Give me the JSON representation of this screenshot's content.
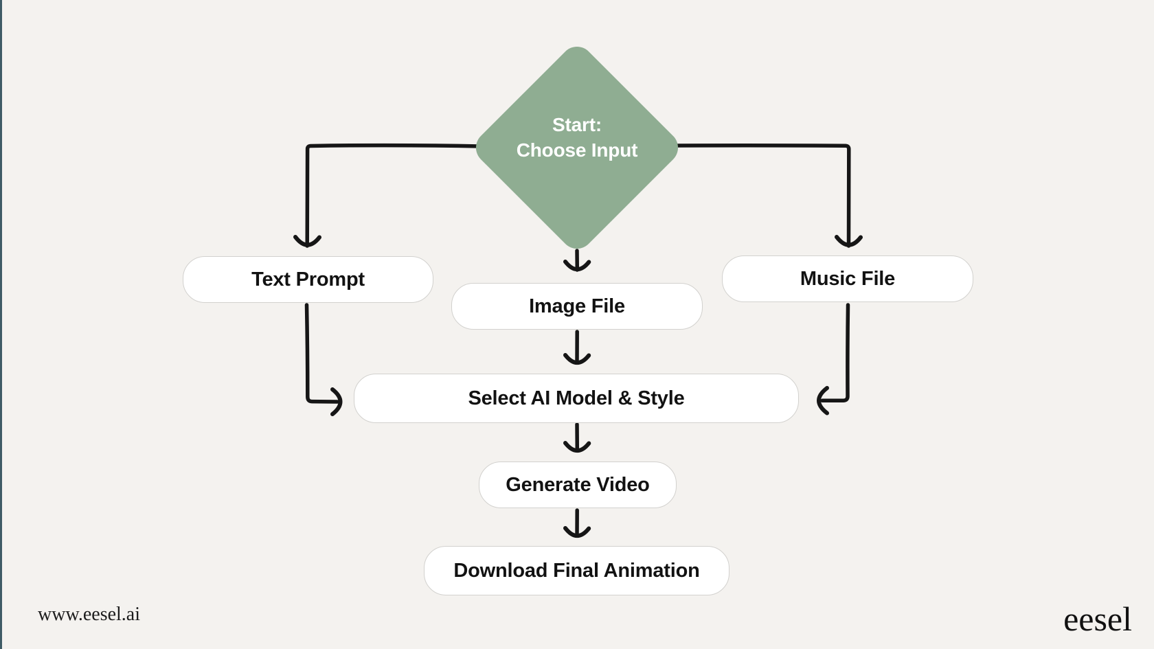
{
  "page": {
    "background": "#f4f2ef",
    "left_edge_color": "#3f5b66"
  },
  "flowchart": {
    "arrow_color": "#161616",
    "start_diamond": {
      "line1": "Start:",
      "line2": "Choose Input",
      "fill": "#8fad92",
      "text_color": "#ffffff"
    },
    "nodes": {
      "text_prompt": {
        "label": "Text Prompt"
      },
      "image_file": {
        "label": "Image File"
      },
      "music_file": {
        "label": "Music File"
      },
      "select_model": {
        "label": "Select AI Model & Style"
      },
      "generate_video": {
        "label": "Generate Video"
      },
      "download_final": {
        "label": "Download Final Animation"
      }
    }
  },
  "footer": {
    "website_url": "www.eesel.ai",
    "brand_logo_text": "eesel"
  }
}
